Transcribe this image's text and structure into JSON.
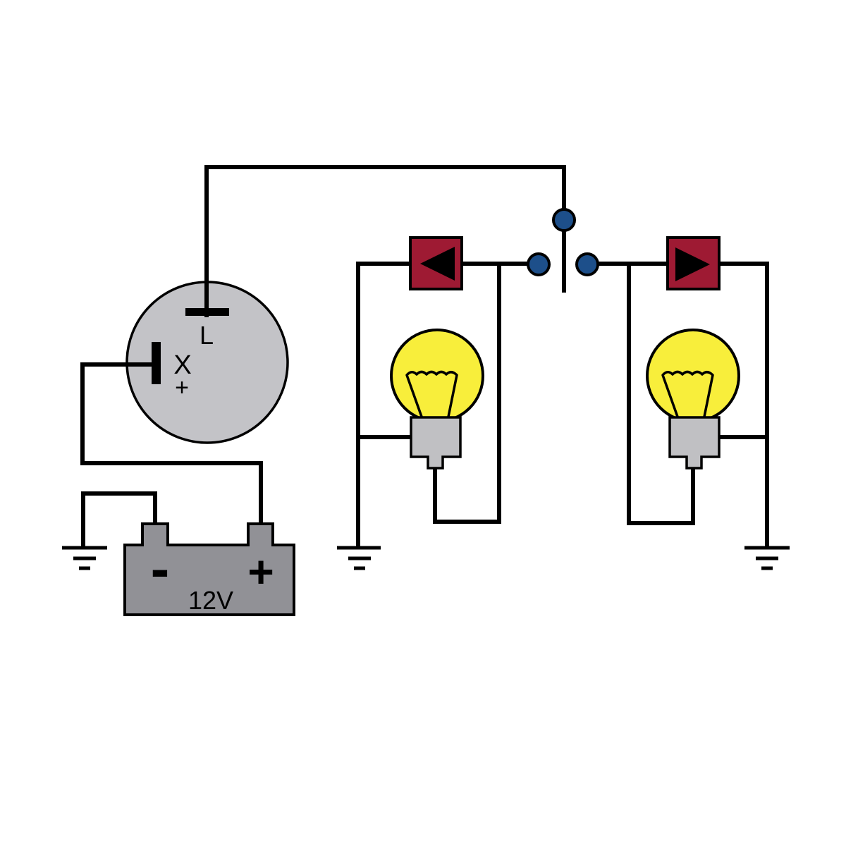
{
  "colors": {
    "background": "#ffffff",
    "wire_black": "#000000",
    "relay_gray": "#c3c3c7",
    "battery_gray": "#919196",
    "socket_gray": "#c0c0c3",
    "bulb_yellow": "#f8ee3b",
    "indicator_red": "#9e1a33",
    "switch_dot_blue": "#1d4f8a"
  },
  "relay": {
    "terminal_l_label": "L",
    "terminal_x_label": "X",
    "polarity_label": "+"
  },
  "battery": {
    "negative_label": "-",
    "positive_label": "+",
    "voltage_label": "12V"
  },
  "icons": {
    "left_indicator": "left-arrow-icon",
    "right_indicator": "right-arrow-icon",
    "grounds": [
      "ground-icon",
      "ground-icon",
      "ground-icon"
    ],
    "lamps": [
      "bulb-icon",
      "bulb-icon"
    ]
  }
}
